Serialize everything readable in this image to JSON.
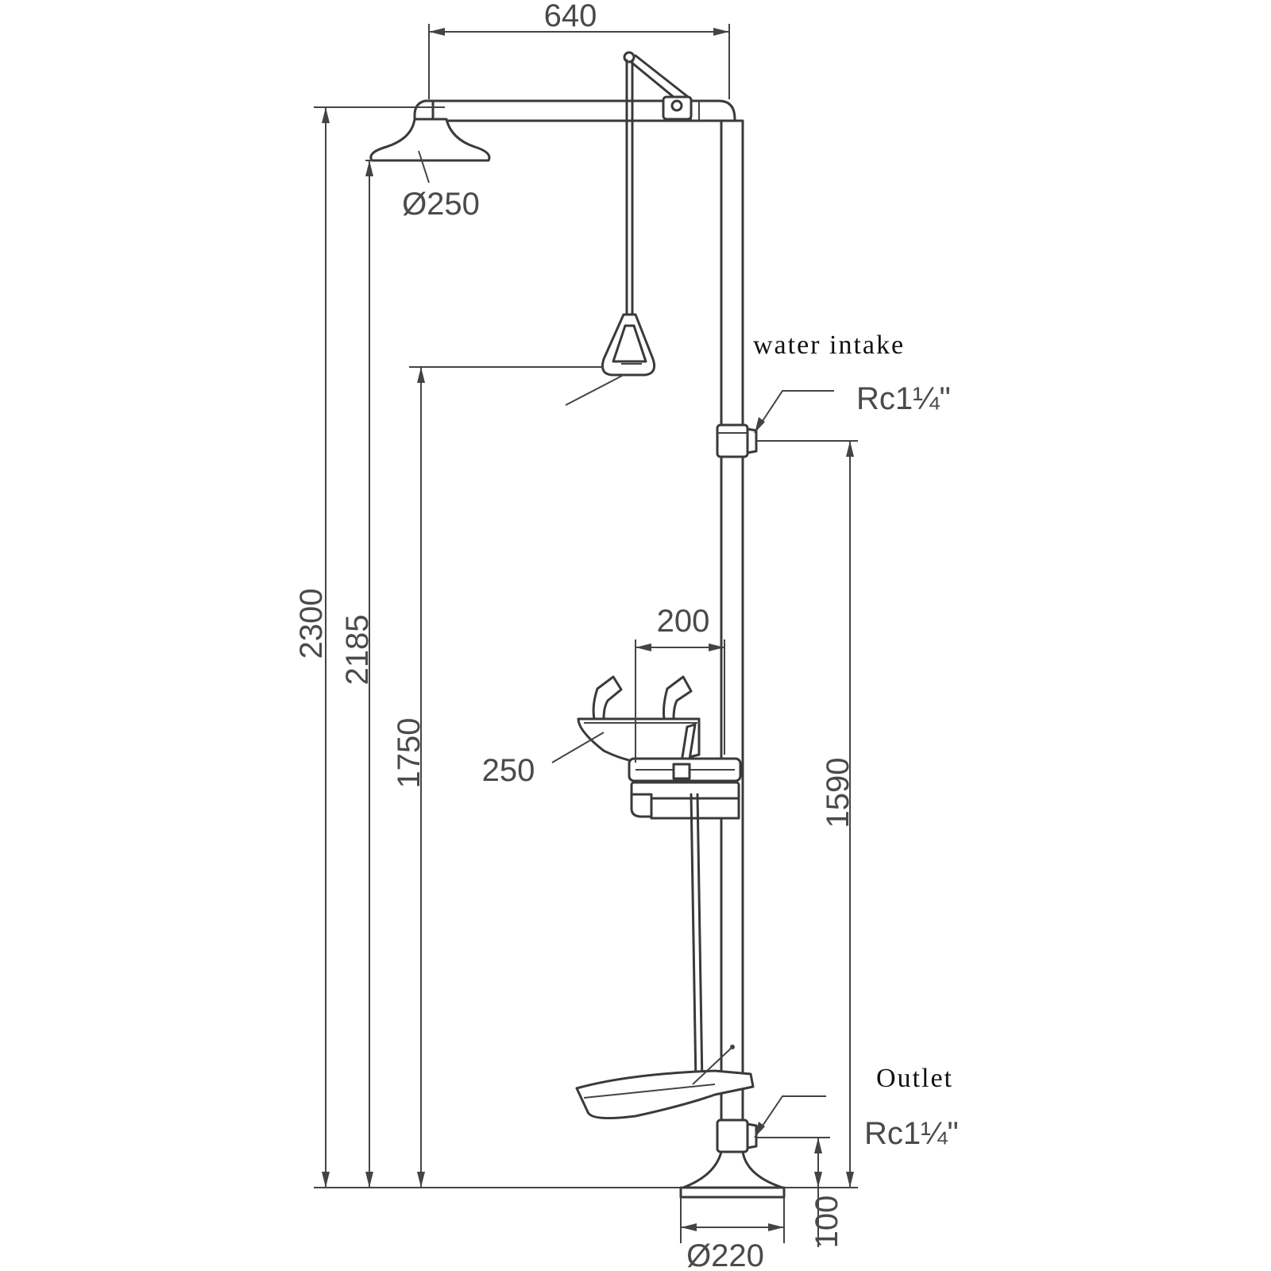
{
  "colors": {
    "line": "#3a3a3a",
    "text": "#4a4a4a",
    "background": "#ffffff"
  },
  "dimensions": {
    "arm_width": "640",
    "shower_head_diameter": "Ø250",
    "overall_height": "2300",
    "shower_head_height": "2185",
    "pull_handle_height": "1750",
    "inlet_height": "1590",
    "bowl_offset": "200",
    "bowl_diameter": "250",
    "outlet_height": "100",
    "base_diameter": "Ø220"
  },
  "labels": {
    "water_intake": "water intake",
    "inlet_thread": "Rc1¼\"",
    "outlet": "Outlet",
    "outlet_thread": "Rc1¼\""
  }
}
